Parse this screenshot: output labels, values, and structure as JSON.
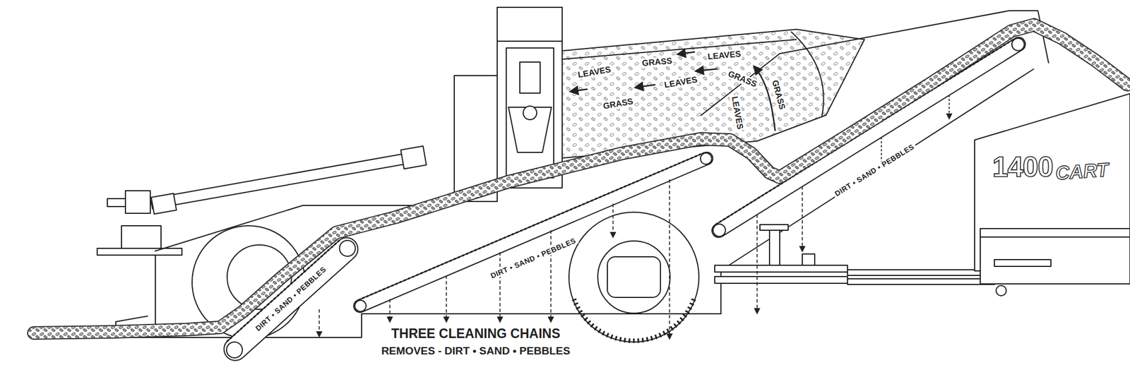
{
  "diagram": {
    "labels": [
      "LEAVES",
      "GRASS",
      "LEAVES",
      "GRASS",
      "GRASS",
      "LEAVES",
      "GRASS",
      "LEAVES",
      "DIRT • SAND • PEBBLES",
      "DIRT • SAND • PEBBLES",
      "DIRT • SAND • PEBBLES",
      "THREE CLEANING CHAINS",
      "REMOVES - DIRT • SAND • PEBBLES",
      "1400",
      "CART"
    ]
  }
}
